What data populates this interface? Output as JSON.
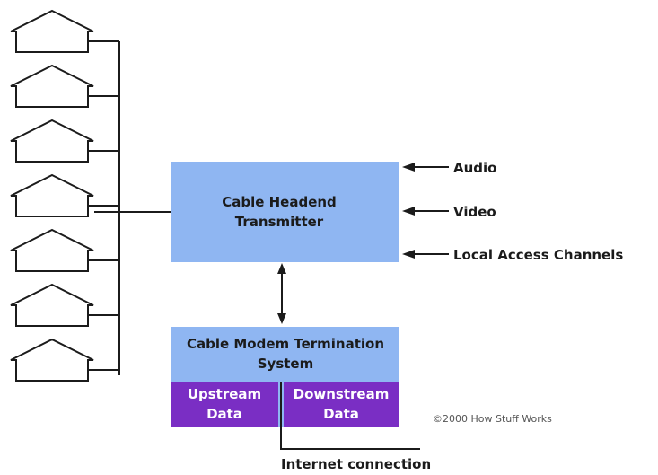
{
  "headend": {
    "line1": "Cable Headend",
    "line2": "Transmitter"
  },
  "cmts": {
    "line1": "Cable Modem Termination",
    "line2": "System",
    "upstream": {
      "line1": "Upstream",
      "line2": "Data"
    },
    "downstream": {
      "line1": "Downstream",
      "line2": "Data"
    }
  },
  "inputs": [
    "Audio",
    "Video",
    "Local Access Channels"
  ],
  "internet_label": "Internet connection",
  "copyright": "©2000 How Stuff Works",
  "houses_count": 7,
  "colors": {
    "headend_fill": "#8fb6f2",
    "cmts_fill": "#8fb6f2",
    "sub_fill": "#7a2ec4",
    "line": "#1b1b1b"
  }
}
